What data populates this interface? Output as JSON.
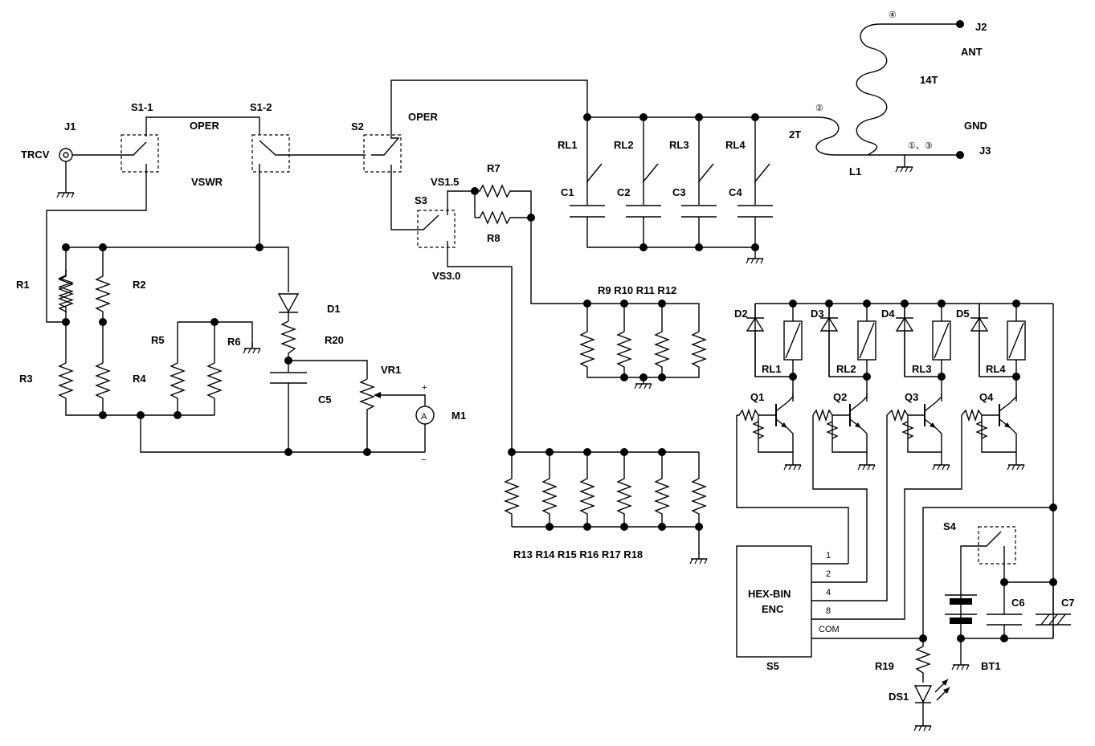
{
  "labels": {
    "J1": "J1",
    "TRCV": "TRCV",
    "S1_1": "S1-1",
    "S1_2": "S1-2",
    "OPER1": "OPER",
    "VSWR": "VSWR",
    "S2": "S2",
    "OPER2": "OPER",
    "S3": "S3",
    "VS15": "VS1.5",
    "VS30": "VS3.0",
    "R7": "R7",
    "R8": "R8",
    "R1": "R1",
    "R2": "R2",
    "R3": "R3",
    "R4": "R4",
    "R5": "R5",
    "R6": "R6",
    "D1": "D1",
    "R20": "R20",
    "C5": "C5",
    "VR1": "VR1",
    "M1": "M1",
    "meter": "A",
    "plus": "+",
    "minus": "−",
    "R9_12": "R9 R10 R11 R12",
    "R13_18": "R13 R14 R15 R16 R17 R18",
    "RL1": "RL1",
    "RL2": "RL2",
    "RL3": "RL3",
    "RL4": "RL4",
    "C1": "C1",
    "C2": "C2",
    "C3": "C3",
    "C4": "C4",
    "L1": "L1",
    "T2": "2T",
    "T14": "14T",
    "ANT": "ANT",
    "GND": "GND",
    "J2": "J2",
    "J3": "J3",
    "c4": "④",
    "c2": "②",
    "c13": "①、③",
    "D2": "D2",
    "D3": "D3",
    "D4": "D4",
    "D5": "D5",
    "RLc1": "RL1",
    "RLc2": "RL2",
    "RLc3": "RL3",
    "RLc4": "RL4",
    "Q1": "Q1",
    "Q2": "Q2",
    "Q3": "Q3",
    "Q4": "Q4",
    "HEX": "HEX-BIN",
    "ENC": "ENC",
    "S5": "S5",
    "p1": "1",
    "p2": "2",
    "p4": "4",
    "p8": "8",
    "pCOM": "COM",
    "S4": "S4",
    "C6": "C6",
    "C7": "C7",
    "BT1": "BT1",
    "R19": "R19",
    "DS1": "DS1"
  }
}
